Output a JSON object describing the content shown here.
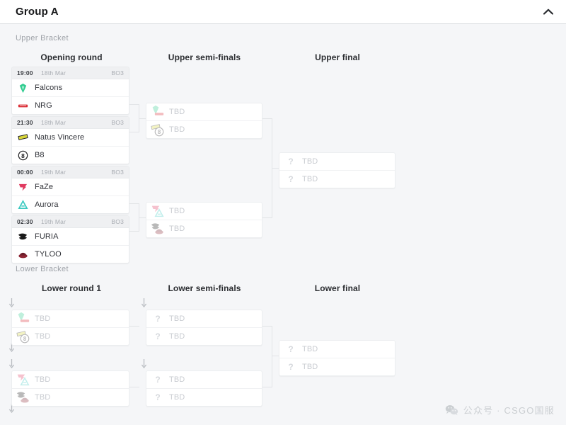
{
  "header": {
    "title": "Group A",
    "collapse_icon": "chevron-up-icon"
  },
  "upper_bracket": {
    "label": "Upper Bracket",
    "columns": [
      {
        "key": "opening_round",
        "title": "Opening round"
      },
      {
        "key": "upper_semi_finals",
        "title": "Upper semi-finals"
      },
      {
        "key": "upper_final",
        "title": "Upper final"
      }
    ],
    "opening_round": [
      {
        "time": "19:00",
        "date": "18th Mar",
        "format": "BO3",
        "teams": [
          {
            "name": "Falcons",
            "logo": "falcons-logo",
            "color": "#2ecc8f"
          },
          {
            "name": "NRG",
            "logo": "nrg-logo",
            "color": "#d9262e"
          }
        ]
      },
      {
        "time": "21:30",
        "date": "18th Mar",
        "format": "BO3",
        "teams": [
          {
            "name": "Natus Vincere",
            "logo": "navi-logo",
            "color": "#d8d63a"
          },
          {
            "name": "B8",
            "logo": "b8-logo",
            "color": "#1d1d1f"
          }
        ]
      },
      {
        "time": "00:00",
        "date": "19th Mar",
        "format": "BO3",
        "teams": [
          {
            "name": "FaZe",
            "logo": "faze-logo",
            "color": "#e03a5f"
          },
          {
            "name": "Aurora",
            "logo": "aurora-logo",
            "color": "#3ac9c0"
          }
        ]
      },
      {
        "time": "02:30",
        "date": "19th Mar",
        "format": "BO3",
        "teams": [
          {
            "name": "FURIA",
            "logo": "furia-logo",
            "color": "#1a1a1a"
          },
          {
            "name": "TYLOO",
            "logo": "tyloo-logo",
            "color": "#8e2736"
          }
        ]
      }
    ],
    "upper_semi_finals": [
      {
        "teams": [
          {
            "name": "TBD",
            "logo": "ghost-falcons-nrg",
            "c1": "#2ecc8f",
            "c2": "#d9262e"
          },
          {
            "name": "TBD",
            "logo": "ghost-navi-b8",
            "c1": "#d8d63a",
            "c2": "#1d1d1f"
          }
        ]
      },
      {
        "teams": [
          {
            "name": "TBD",
            "logo": "ghost-faze-aurora",
            "c1": "#e03a5f",
            "c2": "#3ac9c0"
          },
          {
            "name": "TBD",
            "logo": "ghost-furia-tyloo",
            "c1": "#1a1a1a",
            "c2": "#8e2736"
          }
        ]
      }
    ],
    "upper_final": [
      {
        "teams": [
          {
            "name": "TBD",
            "logo": "question-icon"
          },
          {
            "name": "TBD",
            "logo": "question-icon"
          }
        ]
      }
    ]
  },
  "lower_bracket": {
    "label": "Lower Bracket",
    "columns": [
      {
        "key": "lower_round_1",
        "title": "Lower round 1"
      },
      {
        "key": "lower_semi_finals",
        "title": "Lower semi-finals"
      },
      {
        "key": "lower_final",
        "title": "Lower final"
      }
    ],
    "lower_round_1": [
      {
        "teams": [
          {
            "name": "TBD",
            "logo": "ghost-falcons-nrg",
            "c1": "#2ecc8f",
            "c2": "#d9262e"
          },
          {
            "name": "TBD",
            "logo": "ghost-navi-b8",
            "c1": "#d8d63a",
            "c2": "#1d1d1f"
          }
        ]
      },
      {
        "teams": [
          {
            "name": "TBD",
            "logo": "ghost-faze-aurora",
            "c1": "#e03a5f",
            "c2": "#3ac9c0"
          },
          {
            "name": "TBD",
            "logo": "ghost-furia-tyloo",
            "c1": "#1a1a1a",
            "c2": "#8e2736"
          }
        ]
      }
    ],
    "lower_semi_finals": [
      {
        "teams": [
          {
            "name": "TBD",
            "logo": "question-icon"
          },
          {
            "name": "TBD",
            "logo": "question-icon"
          }
        ]
      },
      {
        "teams": [
          {
            "name": "TBD",
            "logo": "question-icon"
          },
          {
            "name": "TBD",
            "logo": "question-icon"
          }
        ]
      }
    ],
    "lower_final": [
      {
        "teams": [
          {
            "name": "TBD",
            "logo": "question-icon"
          },
          {
            "name": "TBD",
            "logo": "question-icon"
          }
        ]
      }
    ],
    "drop_arrows": 6
  },
  "watermark": {
    "text": "公众号 · CSGO国服",
    "icon": "wechat-icon"
  },
  "colors": {
    "page_bg": "#f5f6f8",
    "card_bg": "#ffffff",
    "card_border": "#e8eaec",
    "meta_bg": "#eff0f2",
    "line": "#e2e4e7",
    "text_dark": "#303238",
    "text_muted": "#a8acb2",
    "tbd_text": "#c9ccd1"
  }
}
